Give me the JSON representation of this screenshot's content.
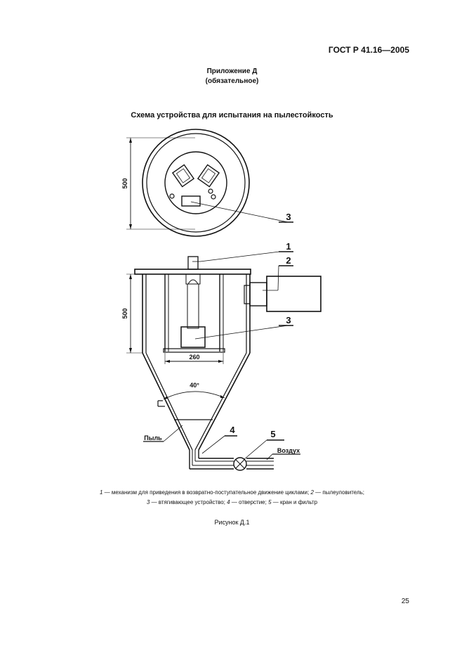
{
  "header": {
    "standard": "ГОСТ Р 41.16—2005"
  },
  "appendix": {
    "title": "Приложение Д",
    "status": "(обязательное)"
  },
  "figure": {
    "title": "Схема устройства для испытания на пылестойкость",
    "dimensions": {
      "diameter": "500",
      "height": "500",
      "width": "260",
      "angle": "40°"
    },
    "callouts": {
      "c1": "1",
      "c2": "2",
      "c3a": "3",
      "c3b": "3",
      "c4": "4",
      "c5": "5"
    },
    "labels": {
      "dust": "Пыль",
      "air": "Воздух"
    },
    "legend": {
      "n1": "1",
      "t1": " — механизм для приведения в возвратно-поступательное движение циклами; ",
      "n2": "2",
      "t2": " — пылеуловитель;",
      "n3": "3",
      "t3": " — втягивающее устройство; ",
      "n4": "4",
      "t4": " — отверстие; ",
      "n5": "5",
      "t5": " — кран и фильтр"
    },
    "caption": "Рисунок Д.1"
  },
  "page": {
    "number": "25"
  }
}
